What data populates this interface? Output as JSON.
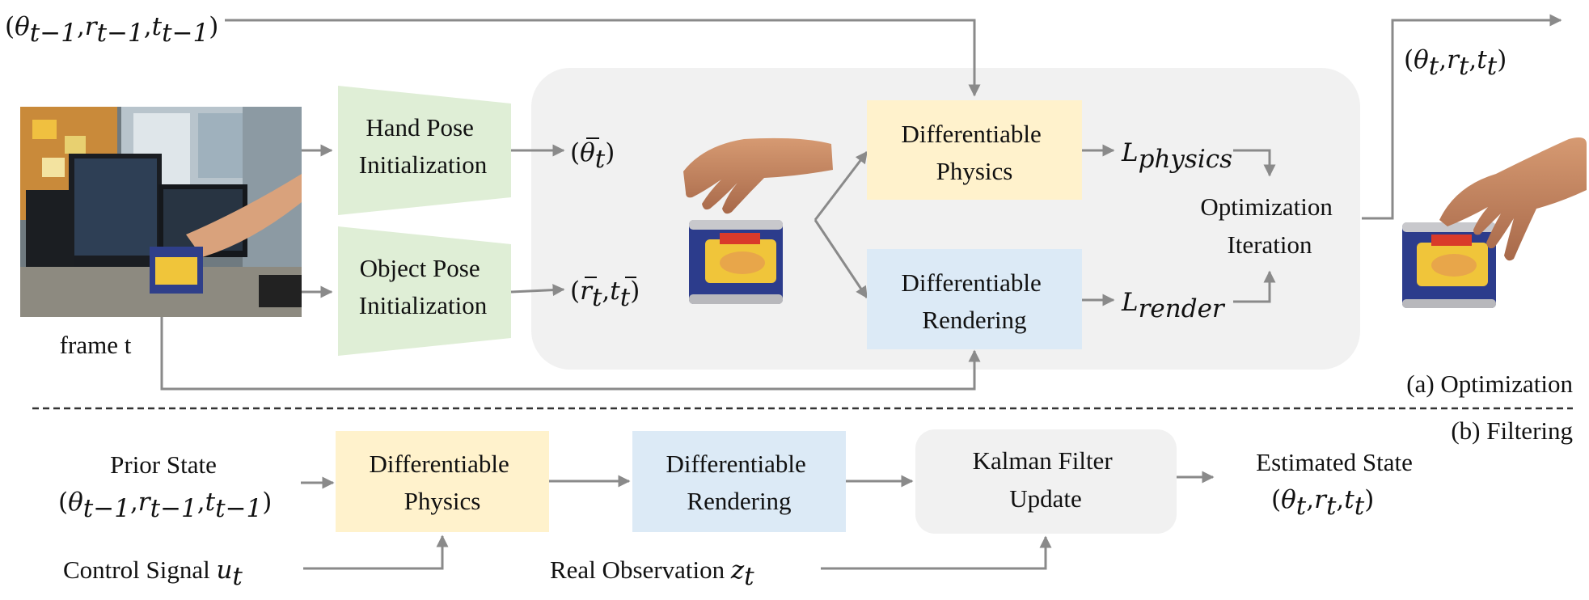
{
  "optimization": {
    "prev_state": {
      "lp": "(",
      "theta": "θ",
      "r": "r",
      "t": "t",
      "sub": "t−1",
      "rp": ")"
    },
    "next_state": {
      "lp": "(",
      "theta": "θ",
      "r": "r",
      "t": "t",
      "sub": "t",
      "rp": ")"
    },
    "frame_label": "frame t",
    "hand_init": [
      "Hand Pose",
      "Initialization"
    ],
    "object_init": [
      "Object Pose",
      "Initialization"
    ],
    "theta_bar": {
      "lp": "(",
      "sym": "θ",
      "sub": "t",
      "rp": ")"
    },
    "rt_bar": {
      "lp": "(",
      "r": "r",
      "t": "t",
      "sub": "t",
      "rp": ")"
    },
    "diff_physics": [
      "Differentiable",
      "Physics"
    ],
    "diff_rendering": [
      "Differentiable",
      "Rendering"
    ],
    "loss_physics": {
      "main": "L",
      "sub": "physics"
    },
    "loss_render": {
      "main": "L",
      "sub": "render"
    },
    "opt_iter": [
      "Optimization",
      "Iteration"
    ],
    "caption": "(a) Optimization"
  },
  "filtering": {
    "caption": "(b) Filtering",
    "prior_state": "Prior State",
    "prior_tuple": {
      "lp": "(",
      "theta": "θ",
      "r": "r",
      "t": "t",
      "sub": "t−1",
      "rp": ")"
    },
    "diff_physics": [
      "Differentiable",
      "Physics"
    ],
    "diff_rendering": [
      "Differentiable",
      "Rendering"
    ],
    "kalman": [
      "Kalman Filter",
      "Update"
    ],
    "estimated_state": "Estimated State",
    "est_tuple": {
      "lp": "(",
      "theta": "θ",
      "r": "r",
      "t": "t",
      "sub": "t",
      "rp": ")"
    },
    "control_signal": {
      "text": "Control Signal ",
      "sym": "u",
      "sub": "t"
    },
    "real_obs": {
      "text": "Real Observation ",
      "sym": "z",
      "sub": "t"
    }
  },
  "colors": {
    "init_green": "#dfeed6",
    "physics_yellow": "#fff2cc",
    "rendering_blue": "#dceaf6",
    "panel_gray": "#f1f1f1",
    "arrow_gray": "#8a8a8a"
  },
  "icons": [
    "office-photo",
    "hand-mesh-icon",
    "spam-can-icon",
    "hand-grasping-can-icon"
  ]
}
